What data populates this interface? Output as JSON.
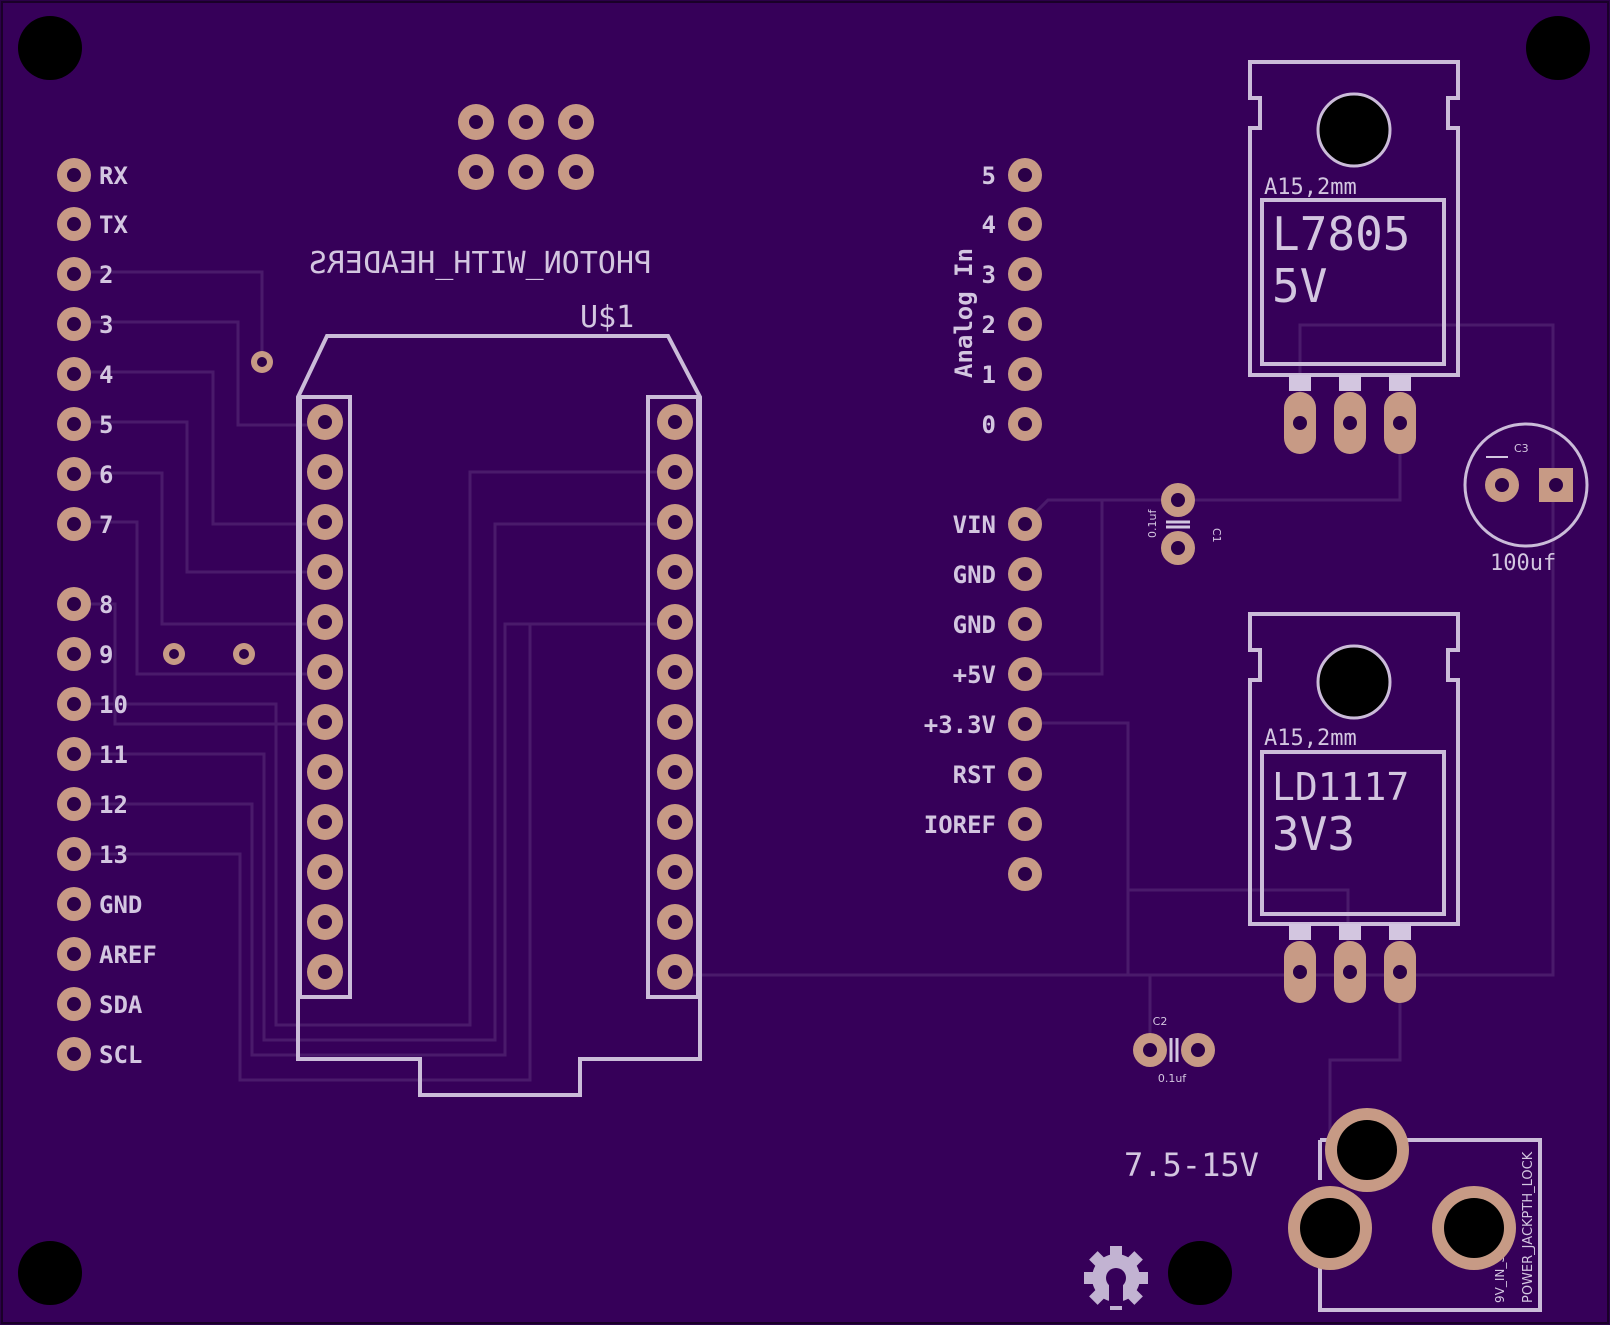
{
  "board": {
    "background": "#360059",
    "pad_color": "#c79a85",
    "silk_color": "#d3c6e0",
    "trace_color": "#4a1a6b"
  },
  "left_header": {
    "labels": [
      "RX",
      "TX",
      "2",
      "3",
      "4",
      "5",
      "6",
      "7",
      "8",
      "9",
      "10",
      "11",
      "12",
      "13",
      "GND",
      "AREF",
      "SDA",
      "SCL"
    ]
  },
  "photon": {
    "name_label": "PHOTON_WITH_HEADERS",
    "ref_label": "U$1"
  },
  "analog_header": {
    "title": "Analog In",
    "labels": [
      "5",
      "4",
      "3",
      "2",
      "1",
      "0"
    ]
  },
  "power_header": {
    "labels": [
      "VIN",
      "GND",
      "GND",
      "+5V",
      "+3.3V",
      "RST",
      "IOREF",
      ""
    ]
  },
  "regulator_5v": {
    "pkg_label": "A15,2mm",
    "part": "L7805",
    "voltage": "5V"
  },
  "regulator_3v3": {
    "pkg_label": "A15,2mm",
    "part": "LD1117",
    "voltage": "3V3"
  },
  "c1": {
    "name": "C1",
    "value": "0.1uf"
  },
  "c2": {
    "name": "C2",
    "value": "0.1uf"
  },
  "c3": {
    "name": "C3",
    "value": "100uf"
  },
  "power_jack": {
    "voltage_label": "7.5-15V",
    "part_label": "POWER_JACKPTH_LOCK",
    "net_label": "9V_IN_SITIVE"
  },
  "icons": {
    "logo": "open-hardware-gear-icon"
  }
}
